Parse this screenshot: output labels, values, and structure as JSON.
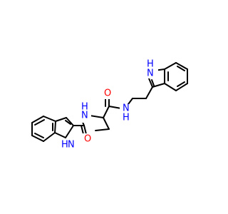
{
  "molecule": {
    "atom_labels": {
      "indole_nh_right": "H",
      "indole_n_right": "N",
      "amide_nh_right": "N",
      "amide_h_right": "H",
      "oxygen_right": "O",
      "amide_nh_left": "N",
      "amide_h_left": "H",
      "oxygen_left": "O",
      "indole_nh_left": "H",
      "indole_n_left": "N"
    },
    "colors": {
      "bond": "#000000",
      "nitrogen": "#0000ff",
      "oxygen": "#ff0000"
    }
  }
}
